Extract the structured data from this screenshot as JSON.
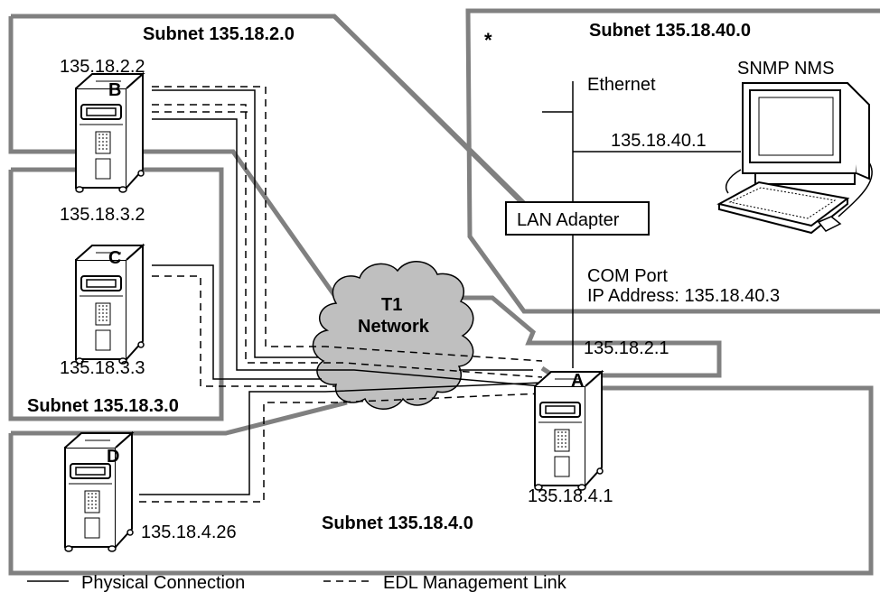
{
  "subnets": {
    "s2": "Subnet 135.18.2.0",
    "s3": "Subnet 135.18.3.0",
    "s4": "Subnet 135.18.4.0",
    "s40": "Subnet 135.18.40.0"
  },
  "nodes": {
    "a": {
      "letter": "A",
      "ip": "135.18.4.1",
      "ip2": "135.18.2.1"
    },
    "b": {
      "letter": "B",
      "ip": "135.18.2.2",
      "ip2": "135.18.3.2"
    },
    "c": {
      "letter": "C",
      "ip": "135.18.3.3"
    },
    "d": {
      "letter": "D",
      "ip": "135.18.4.26"
    }
  },
  "cloud": {
    "line1": "T1",
    "line2": "Network"
  },
  "nms": {
    "asterisk": "*",
    "title": "SNMP NMS",
    "ethernet": "Ethernet",
    "nms_ip": "135.18.40.1",
    "lan_adapter": "LAN Adapter",
    "com_port": "COM Port",
    "ip_address": "IP Address: 135.18.40.3"
  },
  "legend": {
    "physical": "Physical Connection",
    "edl": "EDL Management Link"
  }
}
